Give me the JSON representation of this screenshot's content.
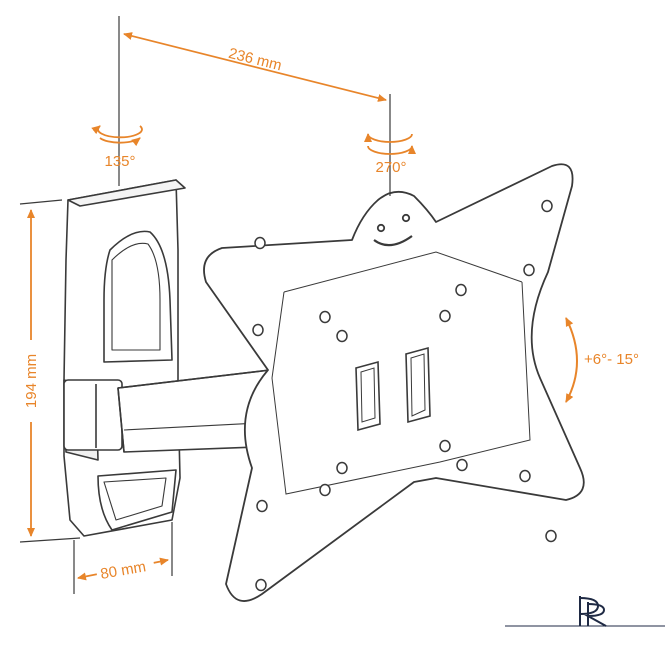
{
  "dimensions": {
    "width_label": "236 mm",
    "height_label": "194 mm",
    "depth_label": "80 mm"
  },
  "rotations": {
    "wall_swivel": "135°",
    "plate_rotation": "270°",
    "tilt": "+6°- 15°"
  },
  "logo": {
    "text": "PR"
  },
  "colors": {
    "accent": "#e8852a",
    "line": "#3a3a3a",
    "logo": "#1f2a44"
  }
}
